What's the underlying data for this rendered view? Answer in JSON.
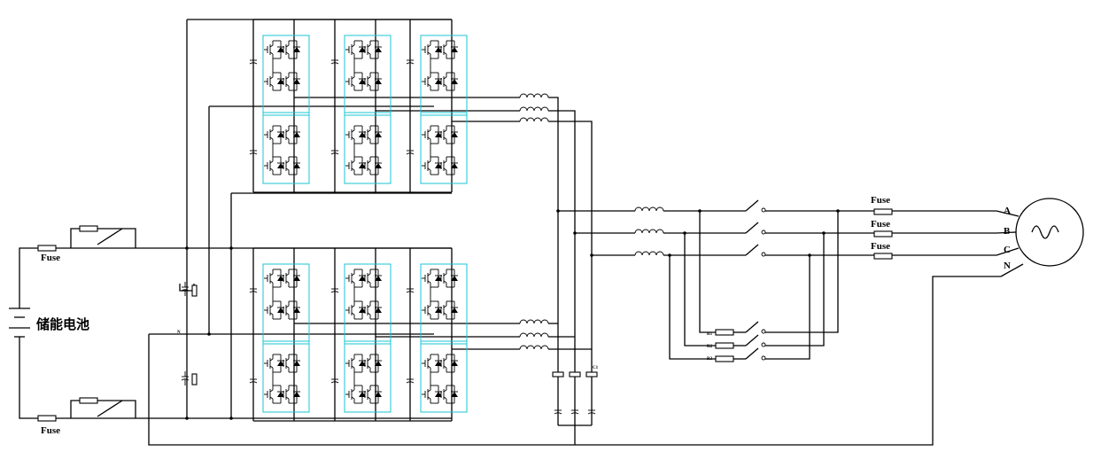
{
  "battery": {
    "label": "储能电池"
  },
  "fuses": {
    "left_top": "Fuse",
    "left_bottom": "Fuse",
    "phase_a": "Fuse",
    "phase_b": "Fuse",
    "phase_c": "Fuse"
  },
  "grid": {
    "phase_a": "A",
    "phase_b": "B",
    "phase_c": "C",
    "neutral": "N"
  },
  "node_label": "N",
  "resistor_labels": [
    "R1",
    "R2",
    "R3"
  ],
  "capacitor_label": "C1"
}
